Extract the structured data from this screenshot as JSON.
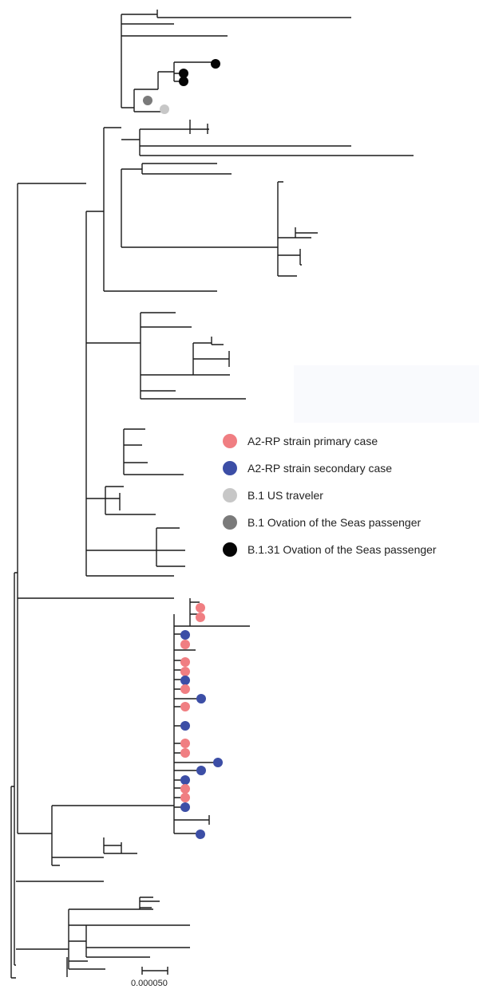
{
  "figure": {
    "scale_bar": {
      "label": "0.000050"
    }
  },
  "legend": {
    "items": [
      {
        "label": "A2-RP strain primary case",
        "color": "#f07e82"
      },
      {
        "label": "A2-RP strain secondary case",
        "color": "#3c4ea6"
      },
      {
        "label": "B.1 US traveler",
        "color": "#c7c7c7"
      },
      {
        "label": "B.1 Ovation of the Seas passenger",
        "color": "#7a7a7a"
      },
      {
        "label": "B.1.31 Ovation of the Seas passenger",
        "color": "#050505"
      }
    ]
  },
  "tip_colors": {
    "primary": "#f07e82",
    "secondary": "#3c4ea6",
    "us_traveler": "#c7c7c7",
    "b1_passenger": "#7a7a7a",
    "b131_passenger": "#050505"
  }
}
